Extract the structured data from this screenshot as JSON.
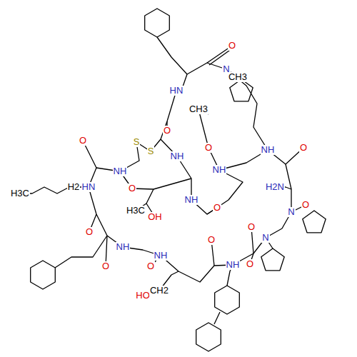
{
  "diagram": {
    "labels": [
      "O",
      "HN",
      "N",
      "CH3",
      "O",
      "S",
      "S",
      "NH",
      "CH3",
      "O",
      "NH",
      "O",
      "NH",
      "O",
      "NH",
      "O",
      "HN",
      "H3C",
      "H2",
      "NH",
      "H3C",
      "OH",
      "O",
      "H2N",
      "O",
      "N",
      "O",
      "NH",
      "O",
      "N",
      "O",
      "NH",
      "O",
      "NH",
      "O",
      "HO",
      "CH2",
      "O"
    ]
  }
}
